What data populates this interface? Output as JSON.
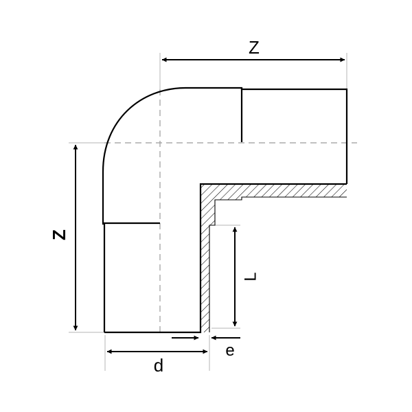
{
  "drawing": {
    "labels": {
      "z_top": "Z",
      "z_left": "Z",
      "l": "L",
      "d": "d",
      "e": "e"
    },
    "colors": {
      "outline": "#000000",
      "centerline": "#9a9a9a",
      "extension": "#b5b5b5",
      "hatch": "#000000",
      "background": "#ffffff"
    }
  }
}
